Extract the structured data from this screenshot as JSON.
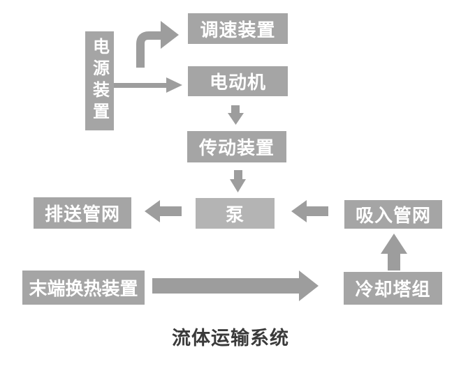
{
  "diagram": {
    "caption": "流体运输系统",
    "nodes": {
      "power_supply": {
        "label": "电源装置",
        "orientation": "vertical"
      },
      "speed_control": {
        "label": "调速装置"
      },
      "motor": {
        "label": "电动机"
      },
      "transmission": {
        "label": "传动装置"
      },
      "pump": {
        "label": "泵"
      },
      "discharge_network": {
        "label": "排送管网"
      },
      "suction_network": {
        "label": "吸入管网"
      },
      "terminal_heat_exchange": {
        "label": "末端换热装置"
      },
      "cooling_tower": {
        "label": "冷却塔组"
      }
    },
    "edges": [
      {
        "from": "power_supply",
        "to": "speed_control",
        "style": "elbow-up-right"
      },
      {
        "from": "power_supply",
        "to": "motor",
        "style": "thin-line-right"
      },
      {
        "from": "motor",
        "to": "transmission",
        "style": "block-down"
      },
      {
        "from": "transmission",
        "to": "pump",
        "style": "block-down"
      },
      {
        "from": "pump",
        "to": "discharge_network",
        "style": "block-left"
      },
      {
        "from": "suction_network",
        "to": "pump",
        "style": "block-left"
      },
      {
        "from": "cooling_tower",
        "to": "suction_network",
        "style": "block-up"
      },
      {
        "from": "terminal_heat_exchange",
        "to": "cooling_tower",
        "style": "block-right-long"
      }
    ],
    "colors": {
      "box_fill": "#a5a5a5",
      "pump_fill": "#b4b4b4",
      "arrow_fill": "#9d9d9d",
      "box_text": "#ffffff",
      "caption_text": "#3a3a3a",
      "background": "#ffffff"
    }
  }
}
